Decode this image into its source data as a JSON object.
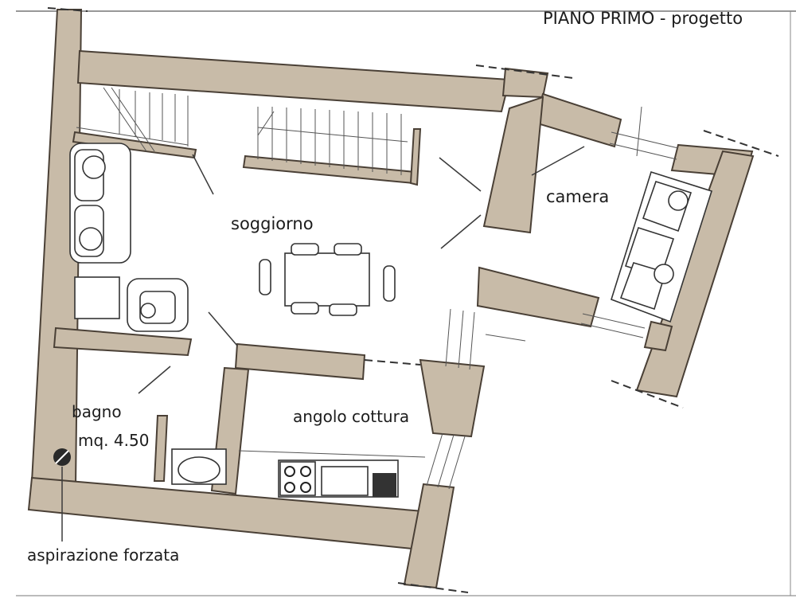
{
  "title": "PIANO PRIMO - progetto",
  "rooms": {
    "soggiorno": "soggiorno",
    "camera": "camera",
    "bagno": "bagno",
    "bagno_area": "mq. 4.50",
    "angolo_cottura": "angolo cottura"
  },
  "annotations": {
    "aspirazione": "aspirazione forzata"
  },
  "colors": {
    "wall_fill": "#c8bba8",
    "wall_stroke": "#4a4036",
    "line": "#3a3a3a"
  }
}
